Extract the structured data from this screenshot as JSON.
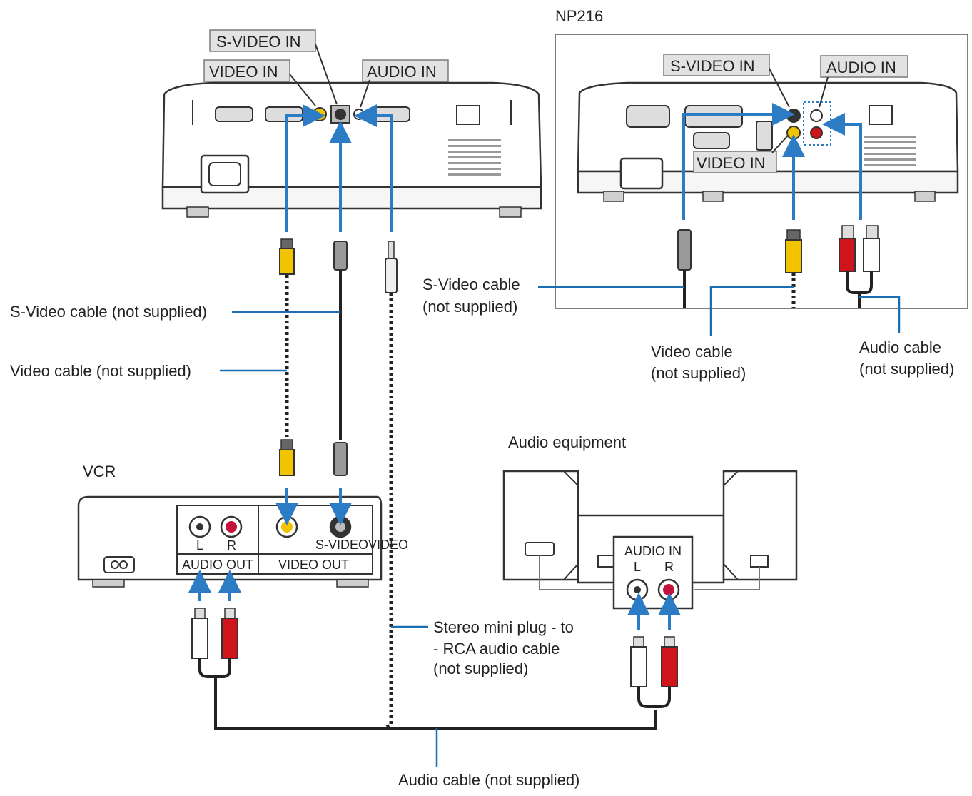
{
  "labels": {
    "np216": "NP216",
    "svideo_in_main": "S-VIDEO IN",
    "video_in_main": "VIDEO IN",
    "audio_in_main": "AUDIO IN",
    "svideo_in_np216": "S-VIDEO IN",
    "audio_in_np216": "AUDIO IN",
    "video_in_np216": "VIDEO IN",
    "svideo_cable_left": "S-Video cable (not supplied)",
    "video_cable_left": "Video cable (not supplied)",
    "svideo_cable_np216_line1": "S-Video  cable",
    "svideo_cable_np216_line2": "(not supplied)",
    "video_cable_np216_line1": "Video cable",
    "video_cable_np216_line2": "(not supplied)",
    "audio_cable_np216_line1": "Audio cable",
    "audio_cable_np216_line2": "(not supplied)",
    "vcr": "VCR",
    "vcr_l": "L",
    "vcr_r": "R",
    "vcr_svideo": "S-VIDEO",
    "vcr_video": "VIDEO",
    "vcr_audio_out": "AUDIO OUT",
    "vcr_video_out": "VIDEO OUT",
    "audio_equipment": "Audio equipment",
    "audio_eq_audio_in": "AUDIO IN",
    "audio_eq_l": "L",
    "audio_eq_r": "R",
    "stereo_line1": "Stereo mini plug - to",
    "stereo_line2": "- RCA audio cable",
    "stereo_line3": "(not supplied)",
    "audio_cable_bottom": "Audio cable (not supplied)"
  },
  "colors": {
    "arrow": "#2b7cc4",
    "leader": "#1a6eb4",
    "video_plug": "#f2c300",
    "audio_r_plug": "#d0141b",
    "audio_l_plug": "#ffffff",
    "svideo_plug": "#8a8a8a"
  }
}
